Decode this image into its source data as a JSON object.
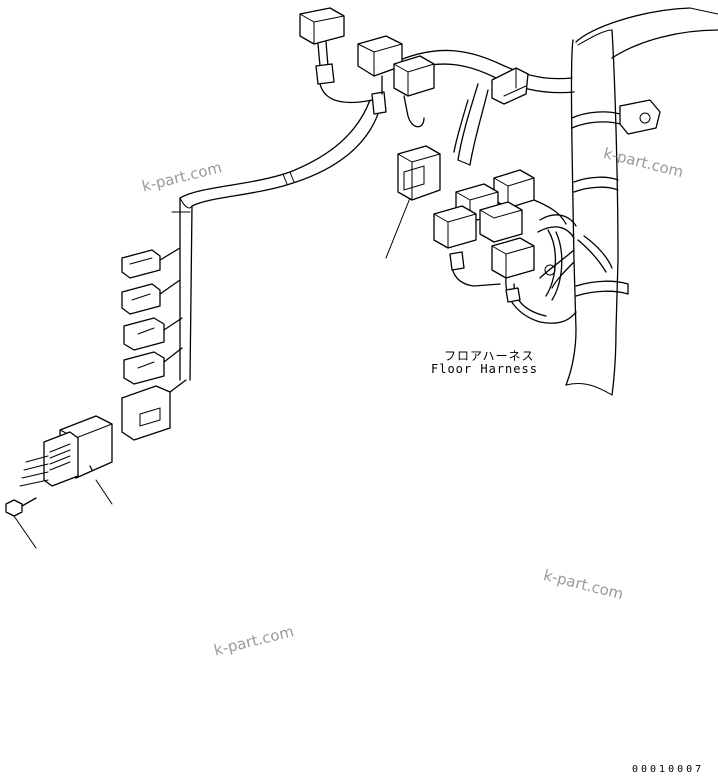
{
  "harness": {
    "name_jp": "フロアハーネス",
    "name_en": "Floor Harness"
  },
  "watermarks": [
    "k-part.com",
    "k-part.com",
    "k-part.com",
    "k-part.com"
  ],
  "drawing_code": "00010007"
}
